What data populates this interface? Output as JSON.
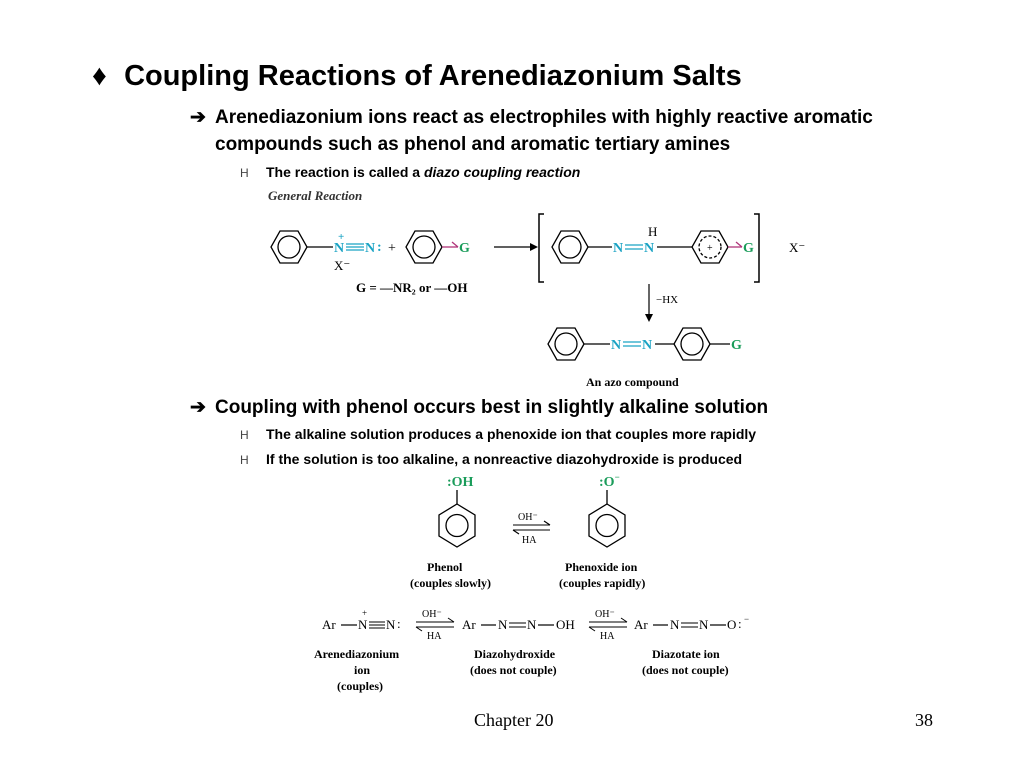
{
  "slide": {
    "title_bullet": "♦",
    "title": "Coupling Reactions of Arenediazonium Salts",
    "point1": {
      "arrow": "➔",
      "text": "Arenediazonium ions react as electrophiles with highly reactive aromatic compounds such as phenol and aromatic tertiary amines",
      "sub_prefix": "The reaction is called a ",
      "sub_italic": "diazo coupling reaction"
    },
    "point2": {
      "arrow": "➔",
      "text": "Coupling with phenol occurs best in slightly alkaline solution",
      "subs": [
        "The alkaline solution produces a phenoxide ion that couples more rapidly",
        "If the solution is too alkaline, a nonreactive diazohydroxide is produced"
      ]
    },
    "sub_bullet": "H"
  },
  "figure1": {
    "heading": "General Reaction",
    "x_minus": "X⁻",
    "g": "G",
    "g_def": "G = —NR₂ or —OH",
    "h": "H",
    "plus": "+",
    "minus_hx": "−HX",
    "azo_caption": "An azo compound",
    "n": "N",
    "dots": ":"
  },
  "figure2": {
    "oh": "OH",
    "o": "O",
    "oh_minus": "OH⁻",
    "ha": "HA",
    "phenol": "Phenol",
    "phenol_note": "(couples slowly)",
    "phenoxide": "Phenoxide ion",
    "phenoxide_note": "(couples rapidly)",
    "ar": "Ar",
    "arenediazonium_1": "Arenediazonium",
    "arenediazonium_2": "ion",
    "arenediazonium_3": "(couples)",
    "diazohydroxide": "Diazohydroxide",
    "diazohydroxide_note": "(does not couple)",
    "diazotate": "Diazotate ion",
    "diazotate_note": "(does not couple)"
  },
  "footer": {
    "chapter": "Chapter 20",
    "page": "38"
  },
  "colors": {
    "teal": "#1aa3c4",
    "magenta": "#b0357a",
    "green": "#1a9c5a"
  }
}
